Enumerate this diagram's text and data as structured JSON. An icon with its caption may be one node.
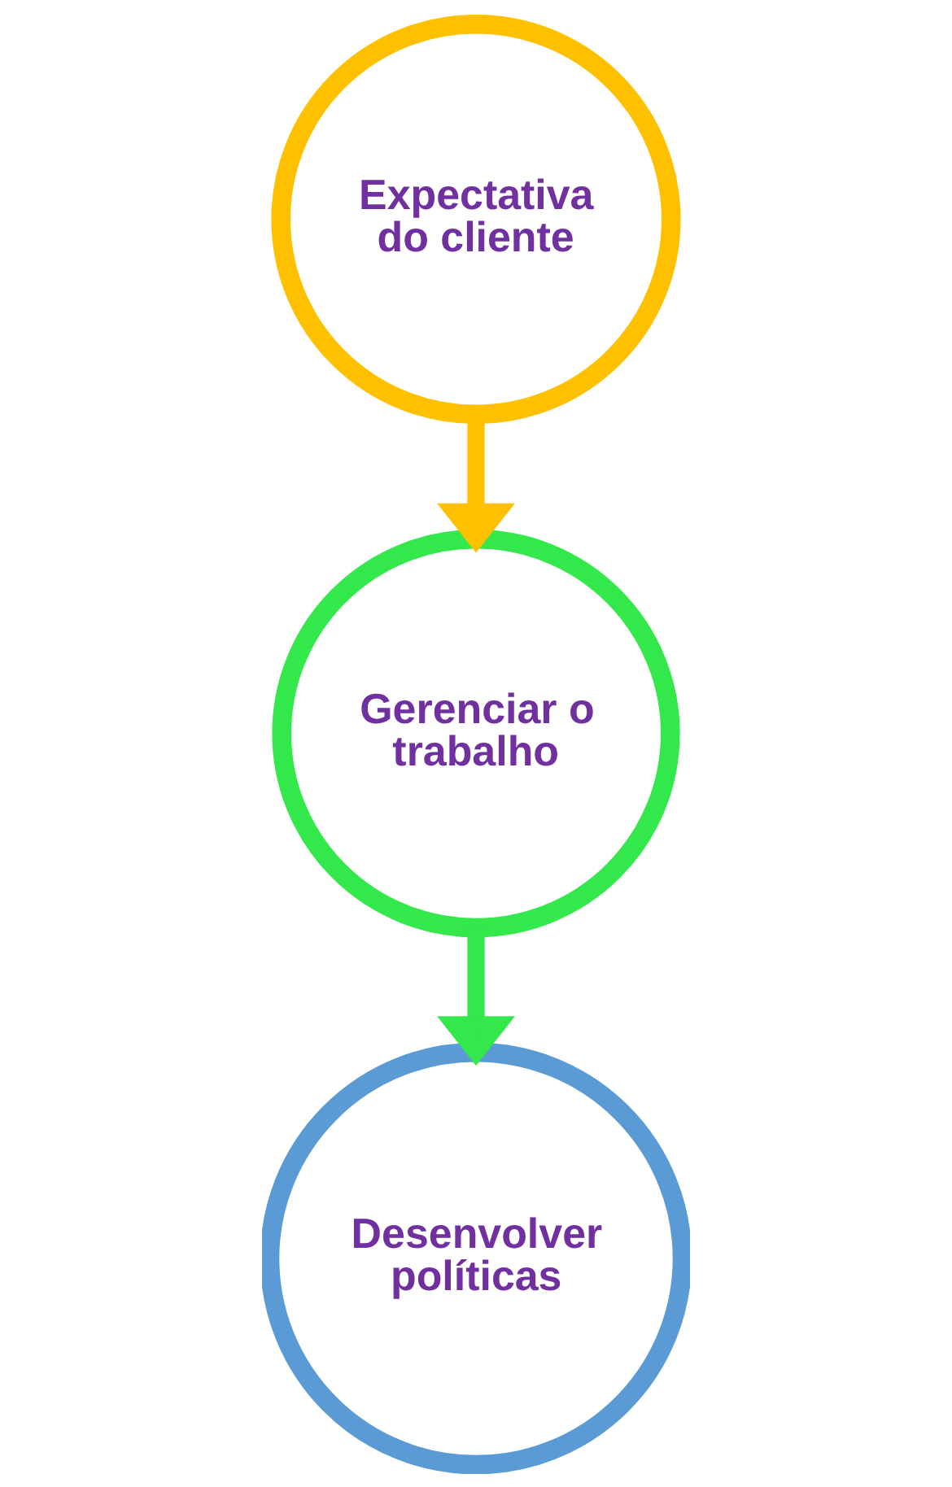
{
  "diagram": {
    "nodes": [
      {
        "text": [
          "Expectativa do cliente"
        ]
      },
      {
        "text": [
          "Gerenciar o trabalho"
        ]
      },
      {
        "text": [
          "Desenvolver políticas"
        ]
      }
    ],
    "edges": [
      {
        "from": 0,
        "to": 1,
        "arrow": "to",
        "color": "#ffc000"
      },
      {
        "from": 1,
        "to": 2,
        "arrow": "to",
        "color": "#33e84a"
      }
    ]
  }
}
